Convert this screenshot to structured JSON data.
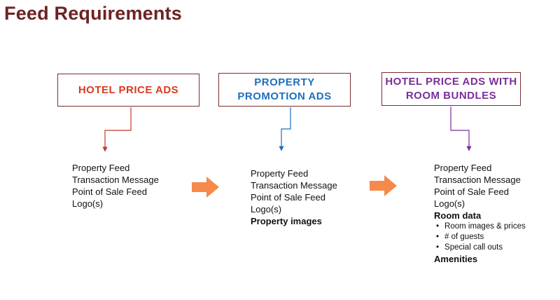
{
  "title": "Feed Requirements",
  "boxes": [
    {
      "label": "HOTEL PRICE ADS",
      "color": "#d93a1e"
    },
    {
      "label": "PROPERTY\nPROMOTION ADS",
      "color": "#1f6fbd"
    },
    {
      "label": "HOTEL PRICE ADS WITH\nROOM BUNDLES",
      "color": "#7a2e99"
    }
  ],
  "accent_colors": {
    "box_border": "#7a2e2e",
    "arrow": "#f58a4b",
    "title": "#6d2323"
  },
  "columns": [
    {
      "items": [
        "Property Feed",
        "Transaction Message",
        "Point of Sale Feed",
        "Logo(s)"
      ]
    },
    {
      "items": [
        "Property Feed",
        "Transaction Message",
        "Point of Sale Feed",
        "Logo(s)"
      ],
      "bold_item": "Property images"
    },
    {
      "items": [
        "Property Feed",
        "Transaction Message",
        "Point of Sale Feed",
        "Logo(s)"
      ],
      "room_heading": "Room data",
      "room_bullets": [
        "Room images & prices",
        "# of guests",
        "Special call outs"
      ],
      "amenities": "Amenities"
    }
  ],
  "icons": [
    "right-arrow-icon",
    "right-arrow-icon"
  ]
}
